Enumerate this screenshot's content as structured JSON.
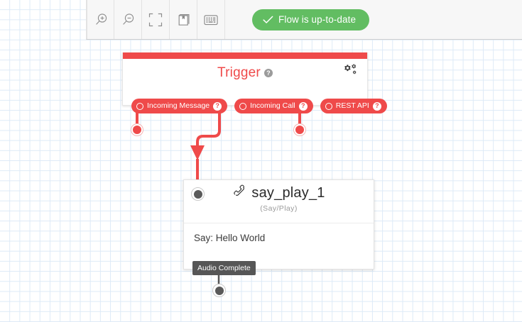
{
  "toolbar": {
    "buttons": [
      {
        "name": "zoom-in-icon",
        "title": "Zoom In"
      },
      {
        "name": "zoom-out-icon",
        "title": "Zoom Out"
      },
      {
        "name": "fit-screen-icon",
        "title": "Fit to Screen"
      },
      {
        "name": "book-icon",
        "title": "Documentation"
      },
      {
        "name": "keypad-icon",
        "title": "Keypad"
      }
    ],
    "status": {
      "label": "Flow is up-to-date",
      "icon": "check-icon",
      "color": "#62bd62"
    }
  },
  "canvas": {
    "grid_color": "#ddeaf7",
    "background": "#ffffff"
  },
  "widgets": {
    "trigger": {
      "title": "Trigger",
      "help": "?",
      "accent": "#ef4a4a",
      "settings_icon": "gears-icon",
      "outputs": [
        {
          "label": "Incoming Message",
          "help": "?"
        },
        {
          "label": "Incoming Call",
          "help": "?"
        },
        {
          "label": "REST API",
          "help": "?"
        }
      ]
    },
    "say_play": {
      "title": "say_play_1",
      "type_label": "(Say/Play)",
      "icon": "phone-icon",
      "body_text": "Say: Hello World",
      "exit_label": "Audio Complete"
    }
  }
}
